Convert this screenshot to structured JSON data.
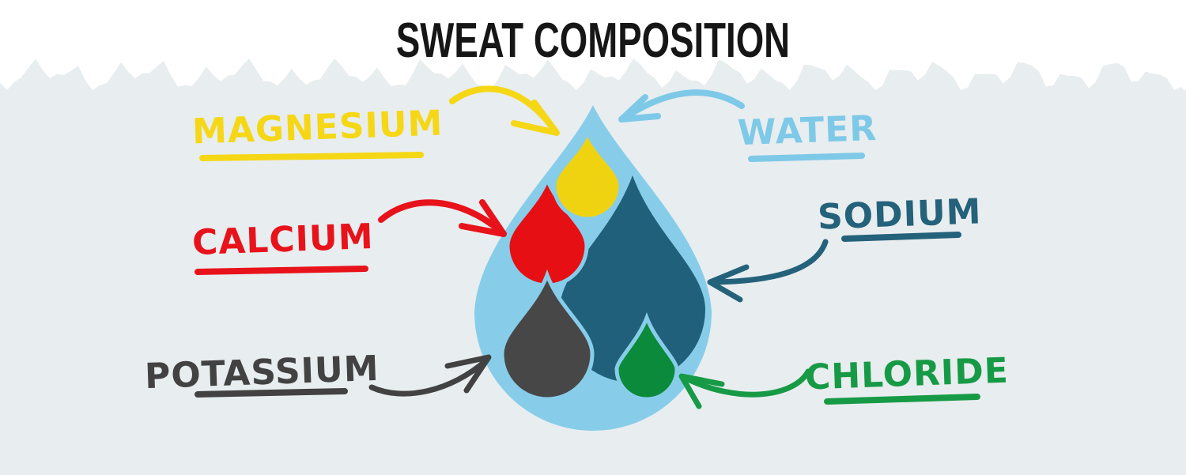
{
  "title": "SWEAT COMPOSITION",
  "colors": {
    "page": "#ffffff",
    "panel": "#e8edef",
    "title_text": "#161616"
  },
  "diagram": {
    "name": "sweat-composition-drop",
    "main_drop": {
      "represents": "water",
      "color": "#87cde9"
    },
    "components": [
      {
        "id": "magnesium",
        "label": "MAGNESIUM",
        "text_color": "#f5d715",
        "drop_color": "#f0d310"
      },
      {
        "id": "calcium",
        "label": "CALCIUM",
        "text_color": "#e8121b",
        "drop_color": "#e60f13"
      },
      {
        "id": "potassium",
        "label": "POTASSIUM",
        "text_color": "#424242",
        "drop_color": "#474747"
      },
      {
        "id": "water",
        "label": "WATER",
        "text_color": "#7ec9e8",
        "drop_color": "#87cde9"
      },
      {
        "id": "sodium",
        "label": "SODIUM",
        "text_color": "#24617b",
        "drop_color": "#20607a"
      },
      {
        "id": "chloride",
        "label": "CHLORIDE",
        "text_color": "#179a46",
        "drop_color": "#0b8a3b"
      }
    ]
  }
}
